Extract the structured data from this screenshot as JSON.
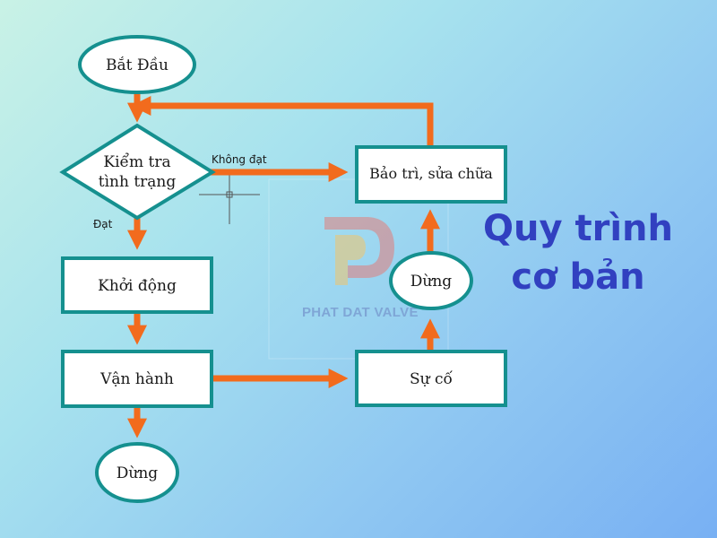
{
  "colors": {
    "node_border": "#15908f",
    "node_fill": "#ffffff",
    "arrow": "#f26b1d",
    "headline": "#3140c0"
  },
  "nodes": {
    "start": "Bắt Đầu",
    "check": [
      "Kiểm tra",
      "tình trạng"
    ],
    "startup": "Khởi động",
    "operate": "Vận hành",
    "end_stop": "Dừng",
    "incident": "Sự cố",
    "stop_right": "Dừng",
    "maintenance": "Bảo trì, sửa chữa"
  },
  "edge_labels": {
    "fail": "Không đạt",
    "pass": "Đạt"
  },
  "watermark": {
    "text": "PHAT DAT VALVE"
  },
  "headline": {
    "line1": "Quy trình",
    "line2": "cơ bản"
  }
}
